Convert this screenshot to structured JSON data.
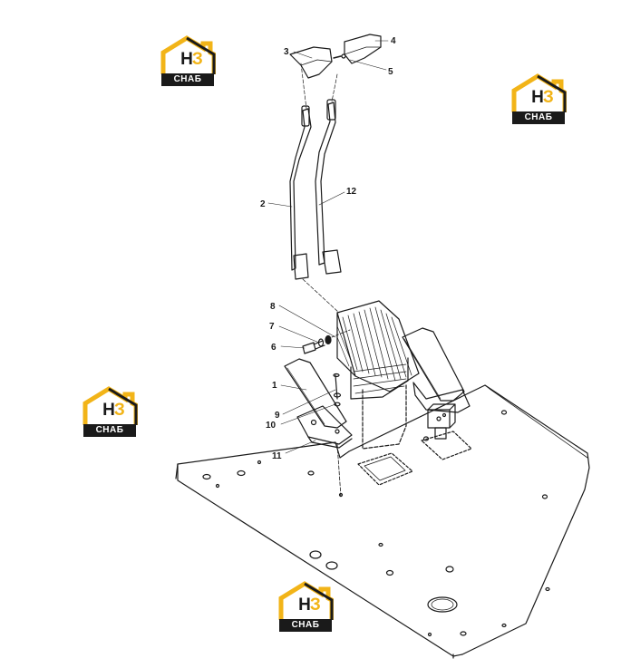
{
  "watermark": {
    "mark_left": "Н",
    "mark_right": "З",
    "plate_text": "СНАБ",
    "accent_color": "#f2b418",
    "dark_color": "#1a1a1a"
  },
  "callouts": {
    "c1": "1",
    "c2": "2",
    "c3": "3",
    "c4": "4",
    "c5": "5",
    "c6": "6",
    "c7": "7",
    "c8": "8",
    "c9": "9",
    "c10": "10",
    "c11": "11",
    "c12": "12"
  }
}
